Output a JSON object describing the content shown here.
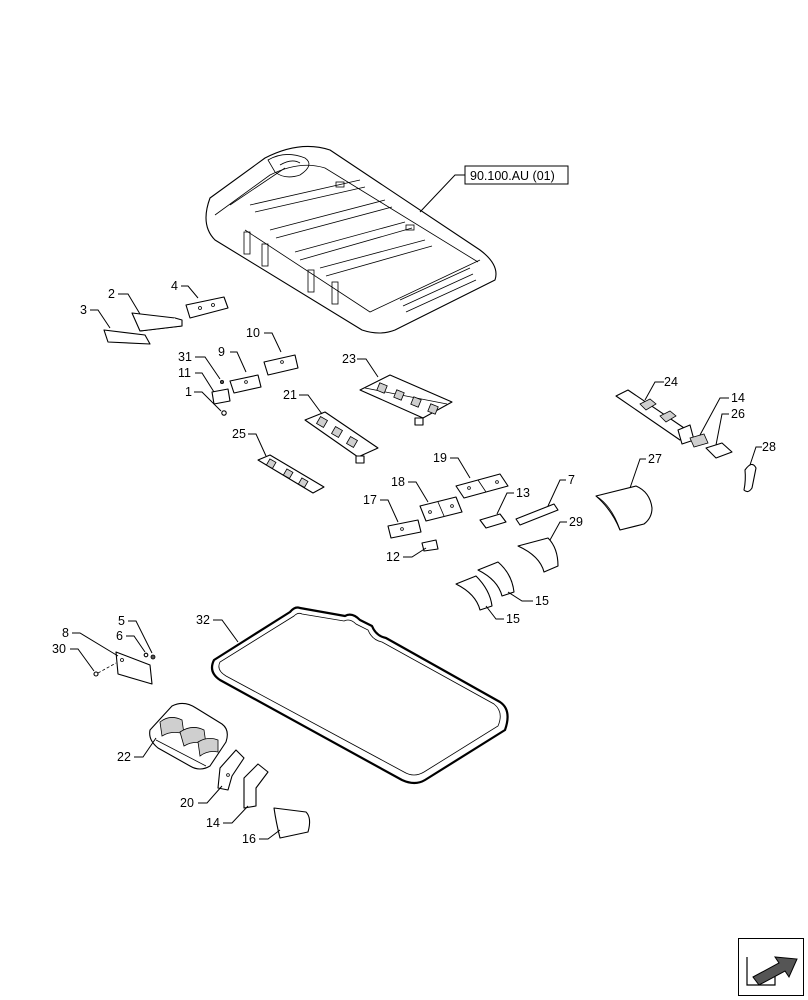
{
  "reference": {
    "label": "90.100.AU (01)"
  },
  "callouts": {
    "c1": "1",
    "c2": "2",
    "c3": "3",
    "c4": "4",
    "c5": "5",
    "c6": "6",
    "c7": "7",
    "c8": "8",
    "c9": "9",
    "c10": "10",
    "c11": "11",
    "c12": "12",
    "c13": "13",
    "c14a": "14",
    "c14b": "14",
    "c15a": "15",
    "c15b": "15",
    "c16": "16",
    "c17": "17",
    "c18": "18",
    "c19": "19",
    "c20": "20",
    "c21": "21",
    "c22": "22",
    "c23": "23",
    "c24": "24",
    "c25": "25",
    "c26": "26",
    "c27": "27",
    "c28": "28",
    "c29": "29",
    "c30": "30",
    "c31": "31",
    "c32": "32"
  },
  "icons": {
    "navigation": "arrow-navigation-icon"
  }
}
